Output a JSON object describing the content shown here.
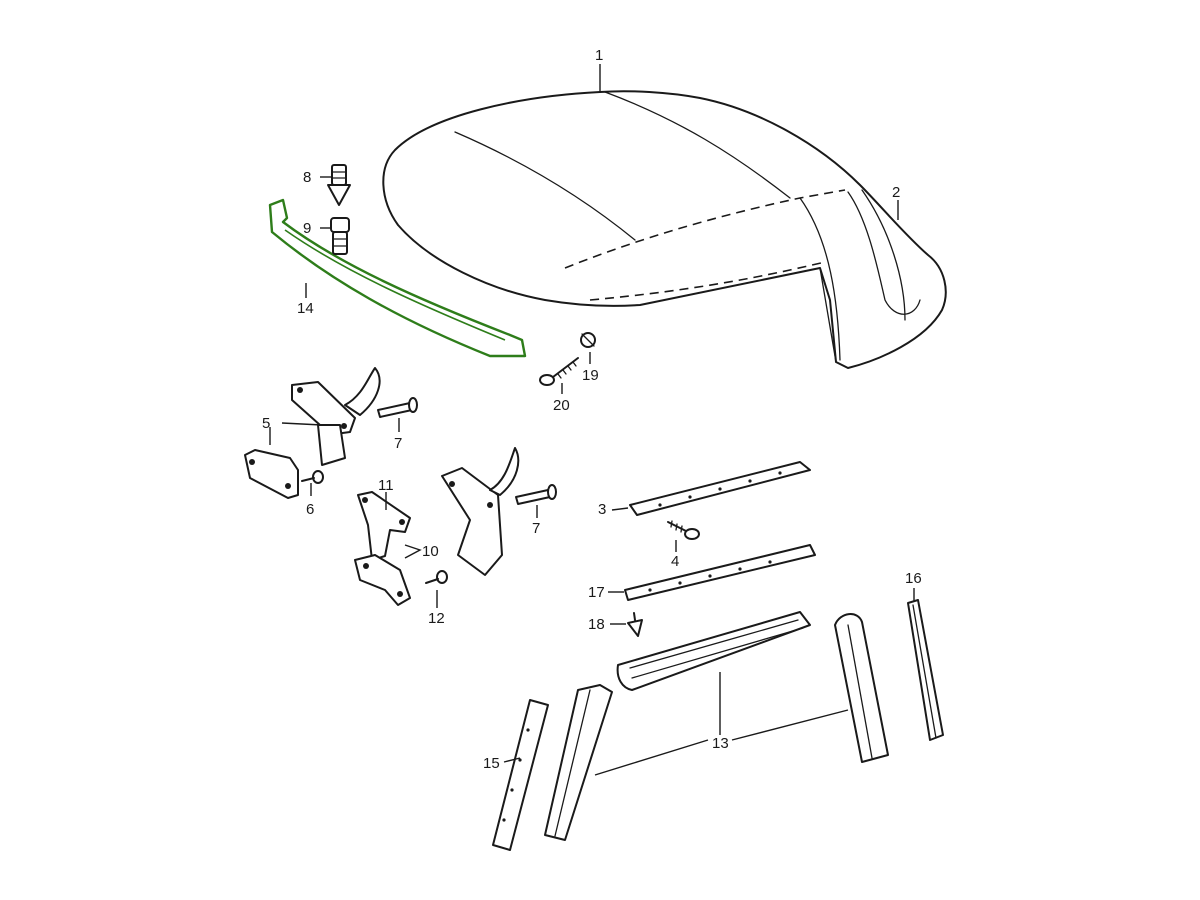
{
  "diagram": {
    "highlight_color": "#2e7d1a",
    "line_color": "#1a1a1a",
    "callouts": [
      {
        "key": "c1",
        "label": "1"
      },
      {
        "key": "c2",
        "label": "2"
      },
      {
        "key": "c3",
        "label": "3"
      },
      {
        "key": "c4",
        "label": "4"
      },
      {
        "key": "c5",
        "label": "5"
      },
      {
        "key": "c6",
        "label": "6"
      },
      {
        "key": "c7a",
        "label": "7"
      },
      {
        "key": "c7b",
        "label": "7"
      },
      {
        "key": "c8",
        "label": "8"
      },
      {
        "key": "c9",
        "label": "9"
      },
      {
        "key": "c10",
        "label": "10"
      },
      {
        "key": "c11",
        "label": "11"
      },
      {
        "key": "c12",
        "label": "12"
      },
      {
        "key": "c13",
        "label": "13"
      },
      {
        "key": "c14",
        "label": "14"
      },
      {
        "key": "c15",
        "label": "15"
      },
      {
        "key": "c16",
        "label": "16"
      },
      {
        "key": "c17",
        "label": "17"
      },
      {
        "key": "c18",
        "label": "18"
      },
      {
        "key": "c19",
        "label": "19"
      },
      {
        "key": "c20",
        "label": "20"
      }
    ]
  }
}
